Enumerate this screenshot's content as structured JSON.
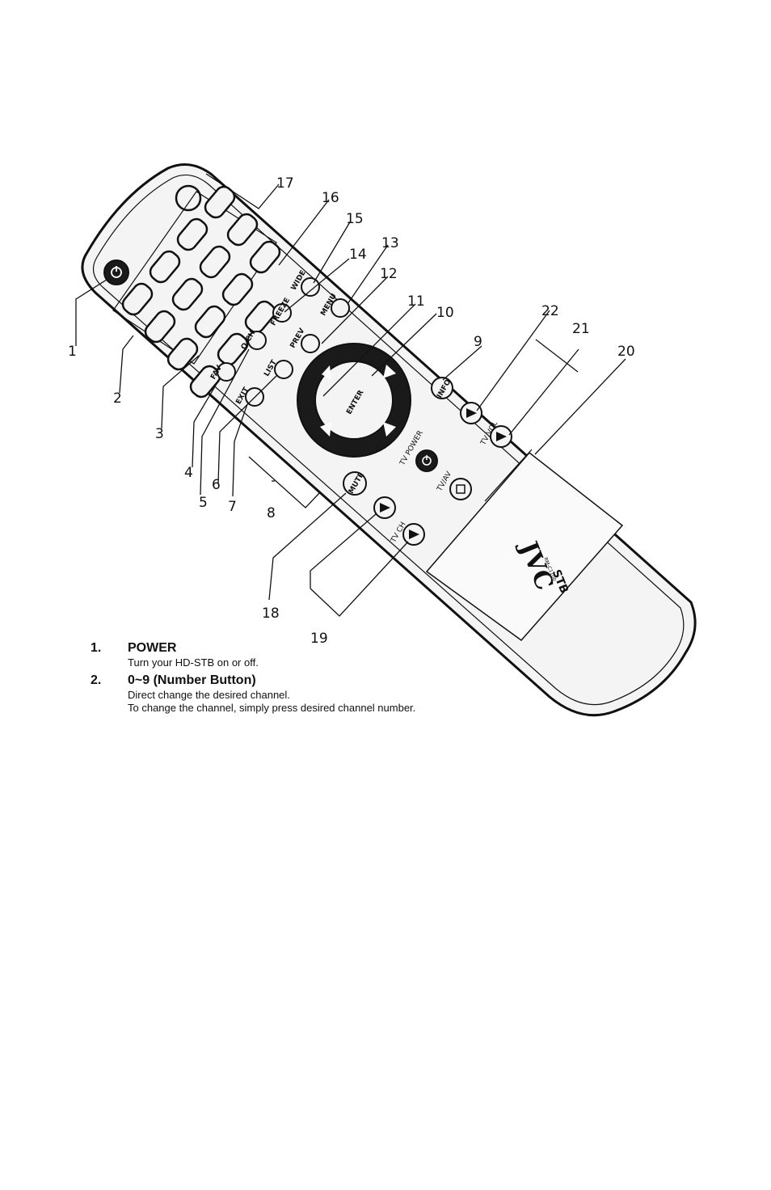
{
  "remote": {
    "brand": "JVC",
    "model": "RM-C1100",
    "type_label": "STB",
    "buttons": {
      "enter": "ENTER",
      "info": "INFO",
      "mute": "MUTE",
      "wide": "WIDE",
      "freeze": "FREEZE",
      "menu": "MENU",
      "prev": "PREV",
      "qch": "Q.CH",
      "list": "LIST",
      "fav": "FAV",
      "exit": "EXIT"
    },
    "labels": {
      "tv_power": "TV POWER",
      "tv_vol": "TV VOL",
      "tv_av": "TV/AV",
      "tv_ch": "TV CH"
    },
    "callouts": [
      "1",
      "2",
      "3",
      "4",
      "5",
      "6",
      "7",
      "8",
      "9",
      "10",
      "11",
      "12",
      "13",
      "14",
      "15",
      "16",
      "17",
      "18",
      "19",
      "20",
      "21",
      "22"
    ]
  },
  "descriptions": [
    {
      "number": "1.",
      "title": "POWER",
      "lines": [
        "Turn your HD-STB on or off."
      ]
    },
    {
      "number": "2.",
      "title": "0~9 (Number Button)",
      "lines": [
        "Direct change the desired channel.",
        "To change the channel, simply press desired channel number."
      ]
    }
  ]
}
